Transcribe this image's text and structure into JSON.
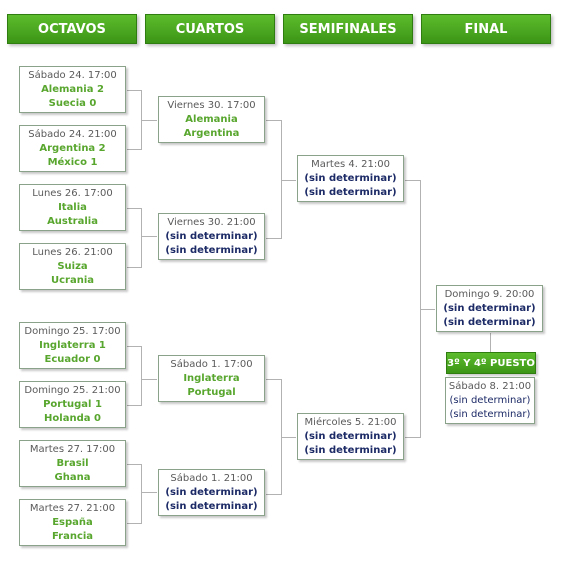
{
  "headers": [
    "OCTAVOS",
    "CUARTOS",
    "SEMIFINALES",
    "FINAL"
  ],
  "octavos": [
    {
      "date": "Sábado 24. 17:00",
      "team1": "Alemania 2",
      "team2": "Suecia 0"
    },
    {
      "date": "Sábado 24. 21:00",
      "team1": "Argentina 2",
      "team2": "México 1"
    },
    {
      "date": "Lunes 26. 17:00",
      "team1": "Italia",
      "team2": "Australia"
    },
    {
      "date": "Lunes 26. 21:00",
      "team1": "Suiza",
      "team2": "Ucrania"
    },
    {
      "date": "Domingo 25. 17:00",
      "team1": "Inglaterra 1",
      "team2": "Ecuador 0"
    },
    {
      "date": "Domingo 25. 21:00",
      "team1": "Portugal 1",
      "team2": "Holanda 0"
    },
    {
      "date": "Martes 27. 17:00",
      "team1": "Brasil",
      "team2": "Ghana"
    },
    {
      "date": "Martes 27. 21:00",
      "team1": "España",
      "team2": "Francia"
    }
  ],
  "cuartos": [
    {
      "date": "Viernes 30. 17:00",
      "team1": "Alemania",
      "team2": "Argentina"
    },
    {
      "date": "Viernes 30. 21:00",
      "team1": "(sin determinar)",
      "team2": "(sin determinar)"
    },
    {
      "date": "Sábado 1. 17:00",
      "team1": "Inglaterra",
      "team2": "Portugal"
    },
    {
      "date": "Sábado 1. 21:00",
      "team1": "(sin determinar)",
      "team2": "(sin determinar)"
    }
  ],
  "semifinales": [
    {
      "date": "Martes 4. 21:00",
      "team1": "(sin determinar)",
      "team2": "(sin determinar)"
    },
    {
      "date": "Miércoles 5. 21:00",
      "team1": "(sin determinar)",
      "team2": "(sin determinar)"
    }
  ],
  "final": {
    "date": "Domingo 9. 20:00",
    "team1": "(sin determinar)",
    "team2": "(sin determinar)"
  },
  "third_place": {
    "label": "3º Y 4º PUESTO",
    "date": "Sábado 8. 21:00",
    "team1": "(sin determinar)",
    "team2": "(sin determinar)"
  },
  "colors": {
    "header_green": "#4aa81f",
    "team_green": "#58a62e",
    "team_navy": "#1c2a66",
    "connector": "#b2b2b2"
  }
}
